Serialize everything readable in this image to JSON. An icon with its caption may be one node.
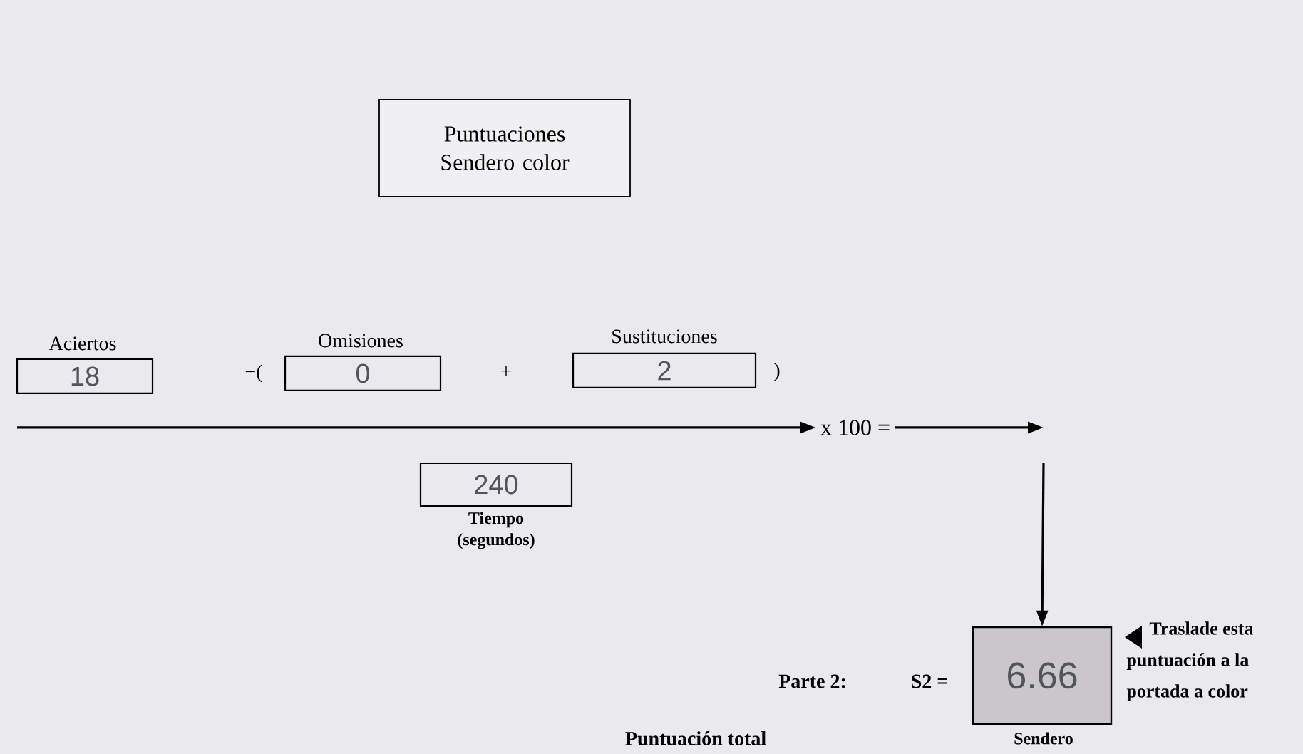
{
  "diagram": {
    "nodes": [
      {
        "text": [
          "Puntuaciones Sendero color"
        ]
      },
      {
        "text": [
          "Aciertos",
          "18"
        ]
      },
      {
        "text": [
          "Omisiones",
          "0"
        ]
      },
      {
        "text": [
          "Sustituciones",
          "2"
        ]
      },
      {
        "text": [
          "240"
        ],
        "beside": [
          "Tiempo (segundos)"
        ]
      },
      {
        "text": [
          "6.66"
        ],
        "beside": [
          "Sendero",
          "Traslade esta puntuación a la portada a color"
        ]
      },
      {
        "text": [
          "x 100 ="
        ]
      }
    ],
    "edges": [
      {
        "from": null,
        "to": 6,
        "arrow": "to"
      },
      {
        "from": 6,
        "to": null,
        "arrow": "to"
      },
      {
        "from": null,
        "to": 5,
        "arrow": "to"
      }
    ],
    "labels": [
      "−(",
      "+",
      ")",
      "Parte 2:",
      "S2 =",
      "Puntuación total"
    ]
  }
}
